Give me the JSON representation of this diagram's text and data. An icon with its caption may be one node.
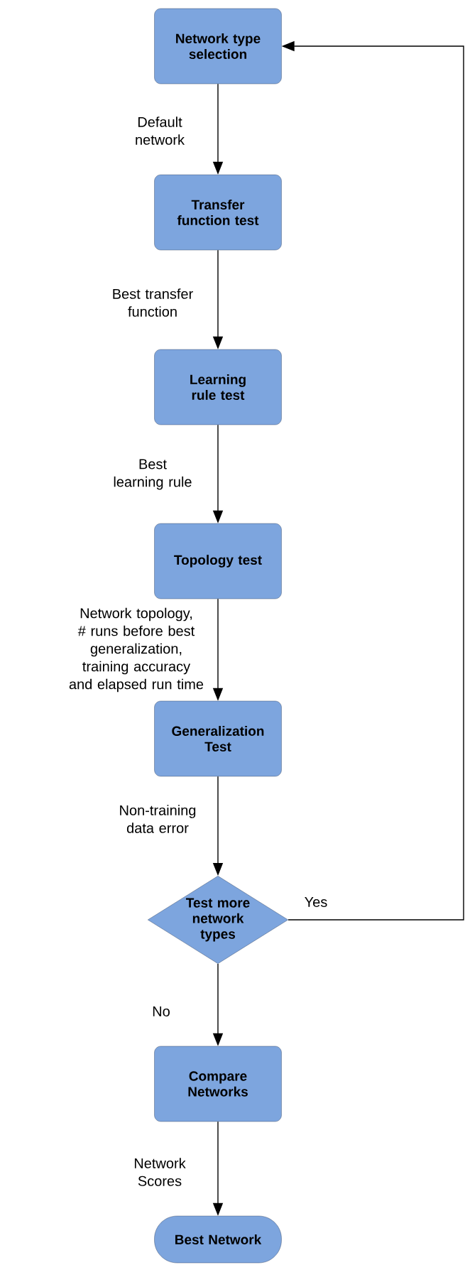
{
  "diagram": {
    "nodes": [
      {
        "text": [
          "Network type selection"
        ]
      },
      {
        "text": [
          "Transfer function test"
        ]
      },
      {
        "text": [
          "Learning rule test"
        ]
      },
      {
        "text": [
          "Topology test"
        ]
      },
      {
        "text": [
          "Generalization Test"
        ]
      },
      {
        "text": [
          "Test more network types"
        ]
      },
      {
        "text": [
          "Compare Networks"
        ]
      },
      {
        "text": [
          "Best Network"
        ]
      }
    ],
    "edges": [
      {
        "from": 0,
        "to": 1,
        "arrow": "to",
        "label": "Default network"
      },
      {
        "from": 1,
        "to": 2,
        "arrow": "to",
        "label": "Best transfer function"
      },
      {
        "from": 2,
        "to": 3,
        "arrow": "to",
        "label": "Best learning rule"
      },
      {
        "from": 3,
        "to": 4,
        "arrow": "to",
        "label": "Network topology, # runs before best generalization, training accuracy and elapsed run time"
      },
      {
        "from": 4,
        "to": 5,
        "arrow": "to",
        "label": "Non-training data error"
      },
      {
        "from": 5,
        "to": 0,
        "arrow": "to",
        "label": "Yes"
      },
      {
        "from": 5,
        "to": 6,
        "arrow": "to",
        "label": "No"
      },
      {
        "from": 6,
        "to": 7,
        "arrow": "to",
        "label": "Network Scores"
      }
    ]
  }
}
